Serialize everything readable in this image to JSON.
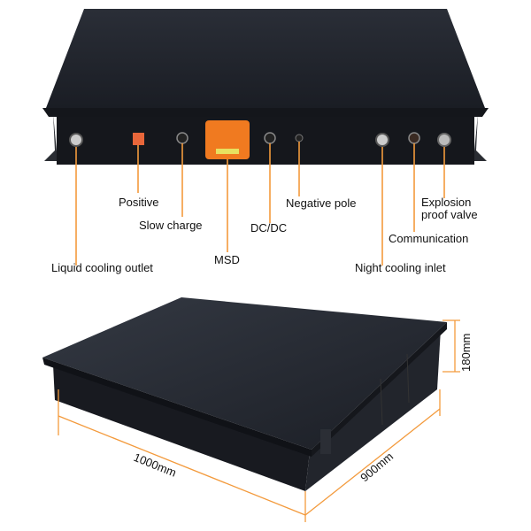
{
  "colors": {
    "accent": "#f39a3c",
    "battery": "#1c1f26",
    "msd": "#f07a20"
  },
  "callouts": [
    {
      "id": "liquid-cooling-outlet",
      "label": "Liquid cooling outlet"
    },
    {
      "id": "positive",
      "label": "Positive"
    },
    {
      "id": "slow-charge",
      "label": "Slow charge"
    },
    {
      "id": "msd",
      "label": "MSD"
    },
    {
      "id": "dc-dc",
      "label": "DC/DC"
    },
    {
      "id": "negative-pole",
      "label": "Negative pole"
    },
    {
      "id": "explosion-proof-valve",
      "label_line1": "Explosion",
      "label_line2": "proof valve"
    },
    {
      "id": "communication",
      "label": "Communication"
    },
    {
      "id": "night-cooling-inlet",
      "label": "Night cooling inlet"
    }
  ],
  "dimensions": {
    "length": "1000mm",
    "width": "900mm",
    "height": "180mm"
  }
}
